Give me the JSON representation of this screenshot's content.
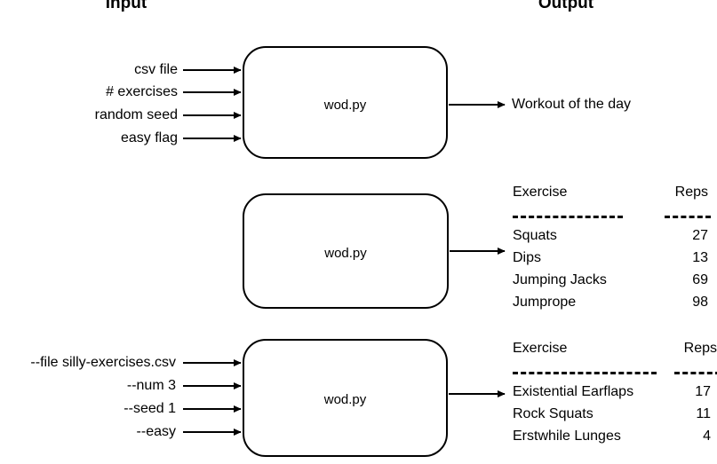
{
  "headers": {
    "input": "Input",
    "output": "Output"
  },
  "process_label": "wod.py",
  "sections": [
    {
      "name": "abstract-io",
      "inputs": [
        "csv file",
        "# exercises",
        "random seed",
        "easy flag"
      ],
      "output_kind": "text",
      "output_text": "Workout of the day"
    },
    {
      "name": "sample-output",
      "inputs": [],
      "output_kind": "table",
      "table": {
        "columns": [
          "Exercise",
          "Reps"
        ],
        "rows": [
          {
            "exercise": "Squats",
            "reps": "27"
          },
          {
            "exercise": "Dips",
            "reps": "13"
          },
          {
            "exercise": "Jumping Jacks",
            "reps": "69"
          },
          {
            "exercise": "Jumprope",
            "reps": "98"
          }
        ]
      }
    },
    {
      "name": "cli-example",
      "inputs": [
        "--file silly-exercises.csv",
        "--num 3",
        "--seed 1",
        "--easy"
      ],
      "output_kind": "table",
      "table": {
        "columns": [
          "Exercise",
          "Reps"
        ],
        "rows": [
          {
            "exercise": "Existential Earflaps",
            "reps": "17"
          },
          {
            "exercise": "Rock Squats",
            "reps": "11"
          },
          {
            "exercise": "Erstwhile Lunges",
            "reps": "4"
          }
        ]
      }
    }
  ],
  "colors": {
    "stroke": "#000000",
    "text": "#000000",
    "background": "#ffffff"
  }
}
